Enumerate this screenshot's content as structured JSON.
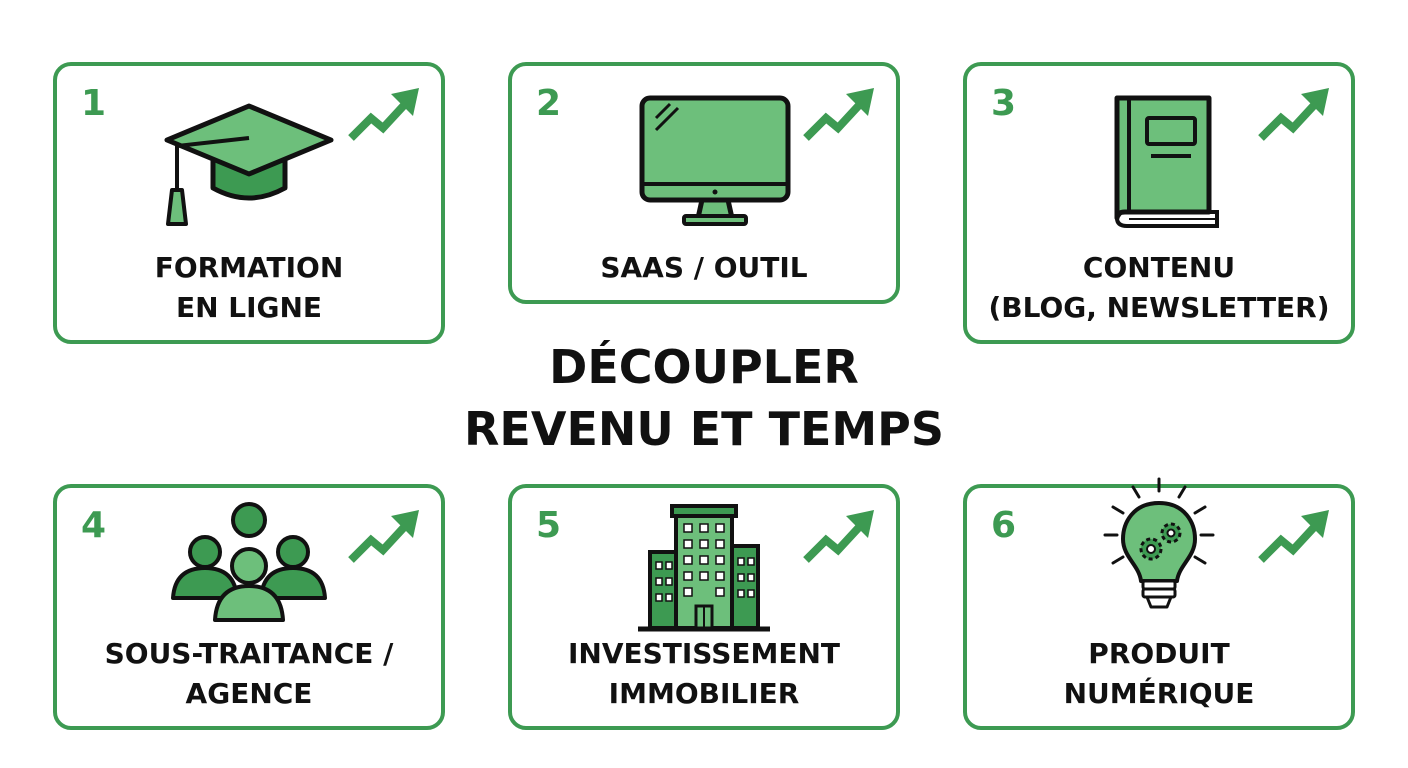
{
  "title": {
    "line1": "DÉCOUPLER",
    "line2": "REVENU ET TEMPS"
  },
  "colors": {
    "accent": "#3d9a52",
    "fill": "#6dbf7b",
    "text": "#111111"
  },
  "cards": [
    {
      "number": "1",
      "icon": "graduation-cap-icon",
      "lines": [
        "FORMATION",
        "EN LIGNE"
      ]
    },
    {
      "number": "2",
      "icon": "computer-monitor-icon",
      "lines": [
        "SAAS / OUTIL"
      ]
    },
    {
      "number": "3",
      "icon": "book-icon",
      "lines": [
        "CONTENU",
        "(BLOG, NEWSLETTER)"
      ]
    },
    {
      "number": "4",
      "icon": "people-group-icon",
      "lines": [
        "SOUS-TRAITANCE /",
        "AGENCE"
      ]
    },
    {
      "number": "5",
      "icon": "office-building-icon",
      "lines": [
        "INVESTISSEMENT",
        "IMMOBILIER"
      ]
    },
    {
      "number": "6",
      "icon": "lightbulb-gears-icon",
      "lines": [
        "PRODUIT",
        "NUMÉRIQUE"
      ]
    }
  ]
}
